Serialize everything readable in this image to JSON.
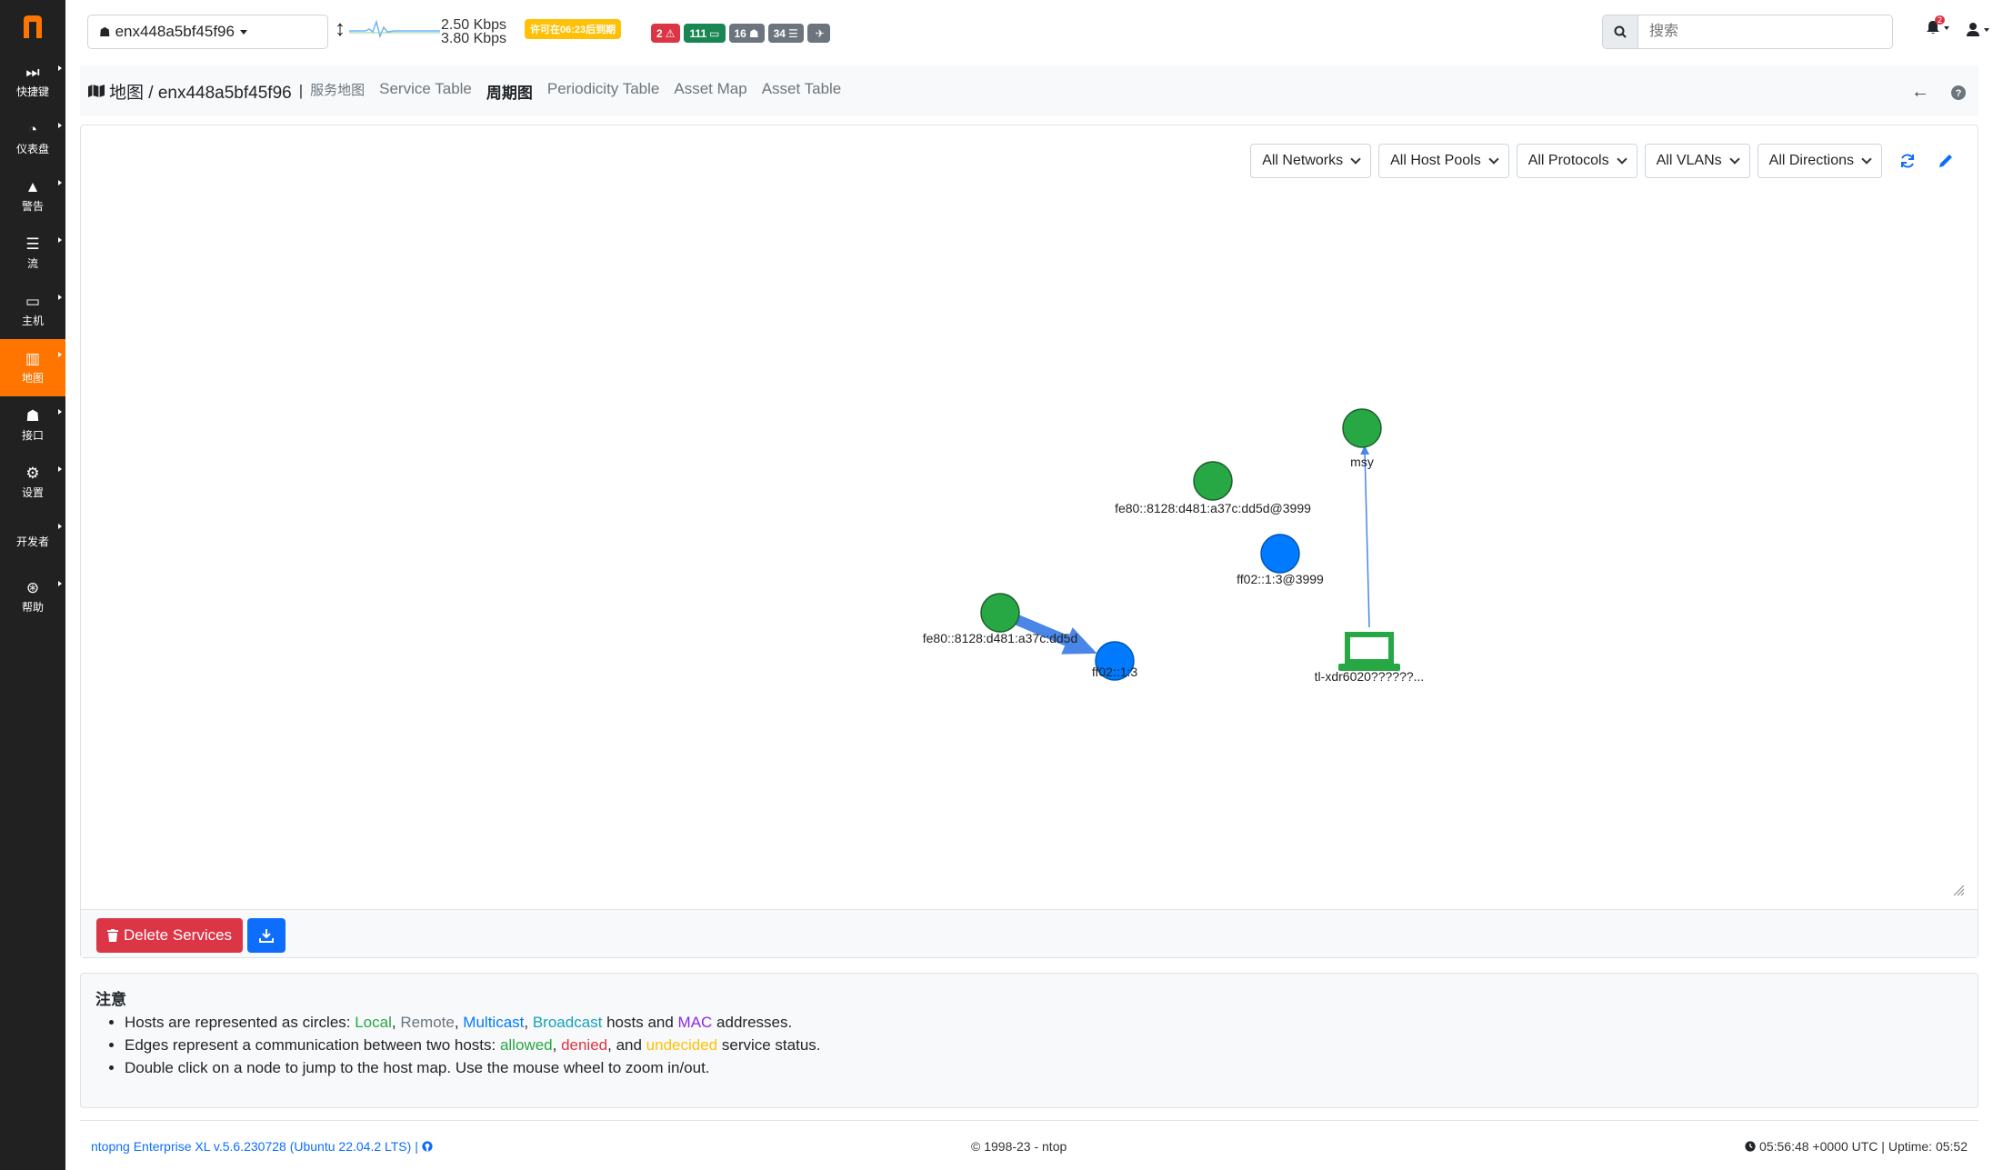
{
  "sidebar": {
    "items": [
      {
        "label": "快捷键",
        "icon": "forward-icon"
      },
      {
        "label": "仪表盘",
        "icon": "dashboard-icon"
      },
      {
        "label": "警告",
        "icon": "warning-icon"
      },
      {
        "label": "流",
        "icon": "list-icon"
      },
      {
        "label": "主机",
        "icon": "laptop-icon"
      },
      {
        "label": "地图",
        "icon": "map-icon",
        "active": true
      },
      {
        "label": "接口",
        "icon": "ethernet-icon"
      },
      {
        "label": "设置",
        "icon": "gear-icon"
      },
      {
        "label": "开发者",
        "icon": "code-icon"
      },
      {
        "label": "帮助",
        "icon": "help-icon"
      }
    ]
  },
  "topbar": {
    "interface": "enx448a5bf45f96",
    "speed_up": "2.50 Kbps",
    "speed_down": "3.80 Kbps",
    "license": "许可在06:23后到期",
    "badges": [
      {
        "text": "2",
        "color": "#dc3545",
        "icon": "⚠"
      },
      {
        "text": "111",
        "color": "#198754",
        "icon": "▭"
      },
      {
        "text": "16",
        "color": "#6c757d",
        "icon": "☗"
      },
      {
        "text": "34",
        "color": "#6c757d",
        "icon": "☰"
      },
      {
        "text": "",
        "color": "#6c757d",
        "icon": "✈"
      }
    ],
    "search_placeholder": "搜索",
    "notification_count": "2"
  },
  "breadcrumb": {
    "title": "地图 / enx448a5bf45f96",
    "tabs": [
      {
        "label": "服务地图",
        "active": false
      },
      {
        "label": "Service Table",
        "active": false
      },
      {
        "label": "周期图",
        "active": true
      },
      {
        "label": "Periodicity Table",
        "active": false
      },
      {
        "label": "Asset Map",
        "active": false
      },
      {
        "label": "Asset Table",
        "active": false
      }
    ]
  },
  "filters": [
    "All Networks",
    "All Host Pools",
    "All Protocols",
    "All VLANs",
    "All Directions"
  ],
  "graph": {
    "nodes": [
      {
        "id": "n1",
        "label": "fe80::8128:d481:a37c:dd5d@3999",
        "color": "#28a745",
        "shape": "circle"
      },
      {
        "id": "n2",
        "label": "msy",
        "color": "#28a745",
        "shape": "circle"
      },
      {
        "id": "n3",
        "label": "ff02::1:3@3999",
        "color": "#007bff",
        "shape": "circle"
      },
      {
        "id": "n4",
        "label": "tl-xdr6020??????...",
        "color": "#28a745",
        "shape": "laptop"
      },
      {
        "id": "n5",
        "label": "fe80::8128:d481:a37c:dd5d",
        "color": "#28a745",
        "shape": "circle"
      },
      {
        "id": "n6",
        "label": "ff02::1:3",
        "color": "#007bff",
        "shape": "circle"
      }
    ],
    "edges": [
      {
        "from": "n4",
        "to": "n2",
        "weight": "thin"
      },
      {
        "from": "n5",
        "to": "n6",
        "weight": "thick"
      }
    ]
  },
  "actions": {
    "delete_label": "Delete Services"
  },
  "notes": {
    "title": "注意",
    "line1": {
      "prefix": "Hosts are represented as circles: ",
      "local": "Local",
      "remote": "Remote",
      "multicast": "Multicast",
      "broadcast": "Broadcast",
      "and_text": " hosts and ",
      "mac": "MAC",
      "suffix": " addresses."
    },
    "line2": {
      "prefix": "Edges represent a communication between two hosts: ",
      "allowed": "allowed",
      "denied": "denied",
      "and_text": ", and ",
      "undecided": "undecided",
      "suffix": " service status."
    },
    "line3": "Double click on a node to jump to the host map. Use the mouse wheel to zoom in/out."
  },
  "footer": {
    "version": "ntopng Enterprise XL v.5.6.230728 (Ubuntu 22.04.2 LTS)",
    "copyright": "© 1998-23 - ntop",
    "status": "05:56:48 +0000 UTC | Uptime: 05:52"
  },
  "colors": {
    "accent": "#ff7500",
    "local": "#28a745",
    "remote": "#6c757d",
    "multicast": "#007bff",
    "broadcast": "#17a2b8",
    "mac": "#8a2be2",
    "allowed": "#28a745",
    "denied": "#dc3545",
    "undecided": "#ffc107"
  }
}
